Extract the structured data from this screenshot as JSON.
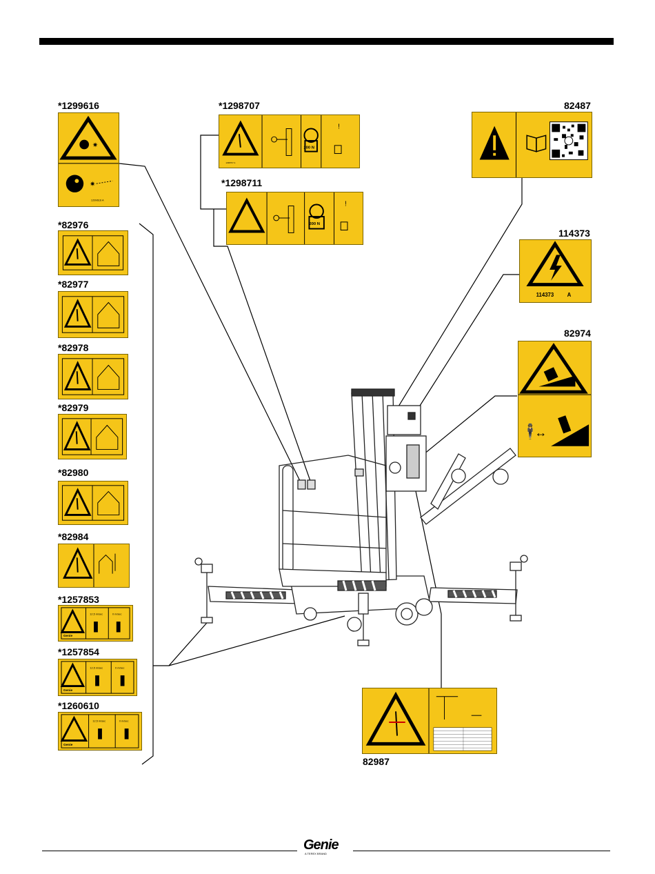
{
  "header": {
    "bar_color": "#000000"
  },
  "decals": {
    "d1299616": {
      "number": "*1299616",
      "tag": "1299616 A"
    },
    "d1298707": {
      "number": "*1298707",
      "force": "200 N",
      "tag": "1298707 A"
    },
    "d1298711": {
      "number": "*1298711",
      "force": "200 N"
    },
    "d82487": {
      "number": "82487"
    },
    "d114373": {
      "number": "114373",
      "tag_num": "114373",
      "tag_rev": "A"
    },
    "d82974": {
      "number": "82974"
    },
    "d82976": {
      "number": "*82976"
    },
    "d82977": {
      "number": "*82977"
    },
    "d82978": {
      "number": "*82978"
    },
    "d82979": {
      "number": "*82979"
    },
    "d82980": {
      "number": "*82980"
    },
    "d82984": {
      "number": "*82984"
    },
    "d1257853": {
      "number": "*1257853",
      "w1": "12,5 m/sec",
      "w2": "0 m/sec"
    },
    "d1257854": {
      "number": "*1257854",
      "w1": "12,5 m/sec",
      "w2": "0 m/sec"
    },
    "d1260610": {
      "number": "*1260610",
      "w1": "12,5 m/sec",
      "w2": "0 m/sec"
    },
    "d82987": {
      "number": "82987"
    }
  },
  "footer": {
    "brand": "Genie",
    "brand_sub": "A TEREX BRAND"
  },
  "colors": {
    "decal_yellow": "#f5c518",
    "line": "#000000"
  }
}
